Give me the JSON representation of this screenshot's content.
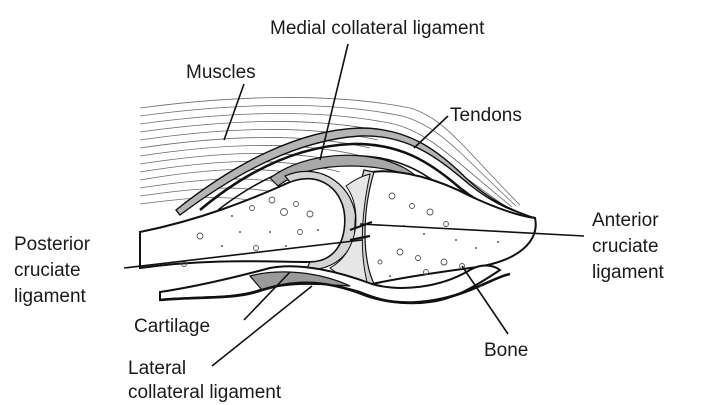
{
  "labels": {
    "medial_collateral_ligament": "Medial collateral ligament",
    "muscles": "Muscles",
    "tendons": "Tendons",
    "anterior_cruciate_ligament": [
      "Anterior",
      "cruciate",
      "ligament"
    ],
    "posterior_cruciate_ligament": [
      "Posterior",
      "cruciate",
      "ligament"
    ],
    "cartilage": "Cartilage",
    "lateral_collateral_ligament": [
      "Lateral",
      "collateral ligament"
    ],
    "bone": "Bone"
  },
  "colors": {
    "ink": "#111111",
    "ligament_gray": "#bdbdbd",
    "cartilage_gray": "#d9d9d9",
    "bone_fill": "#ffffff"
  }
}
